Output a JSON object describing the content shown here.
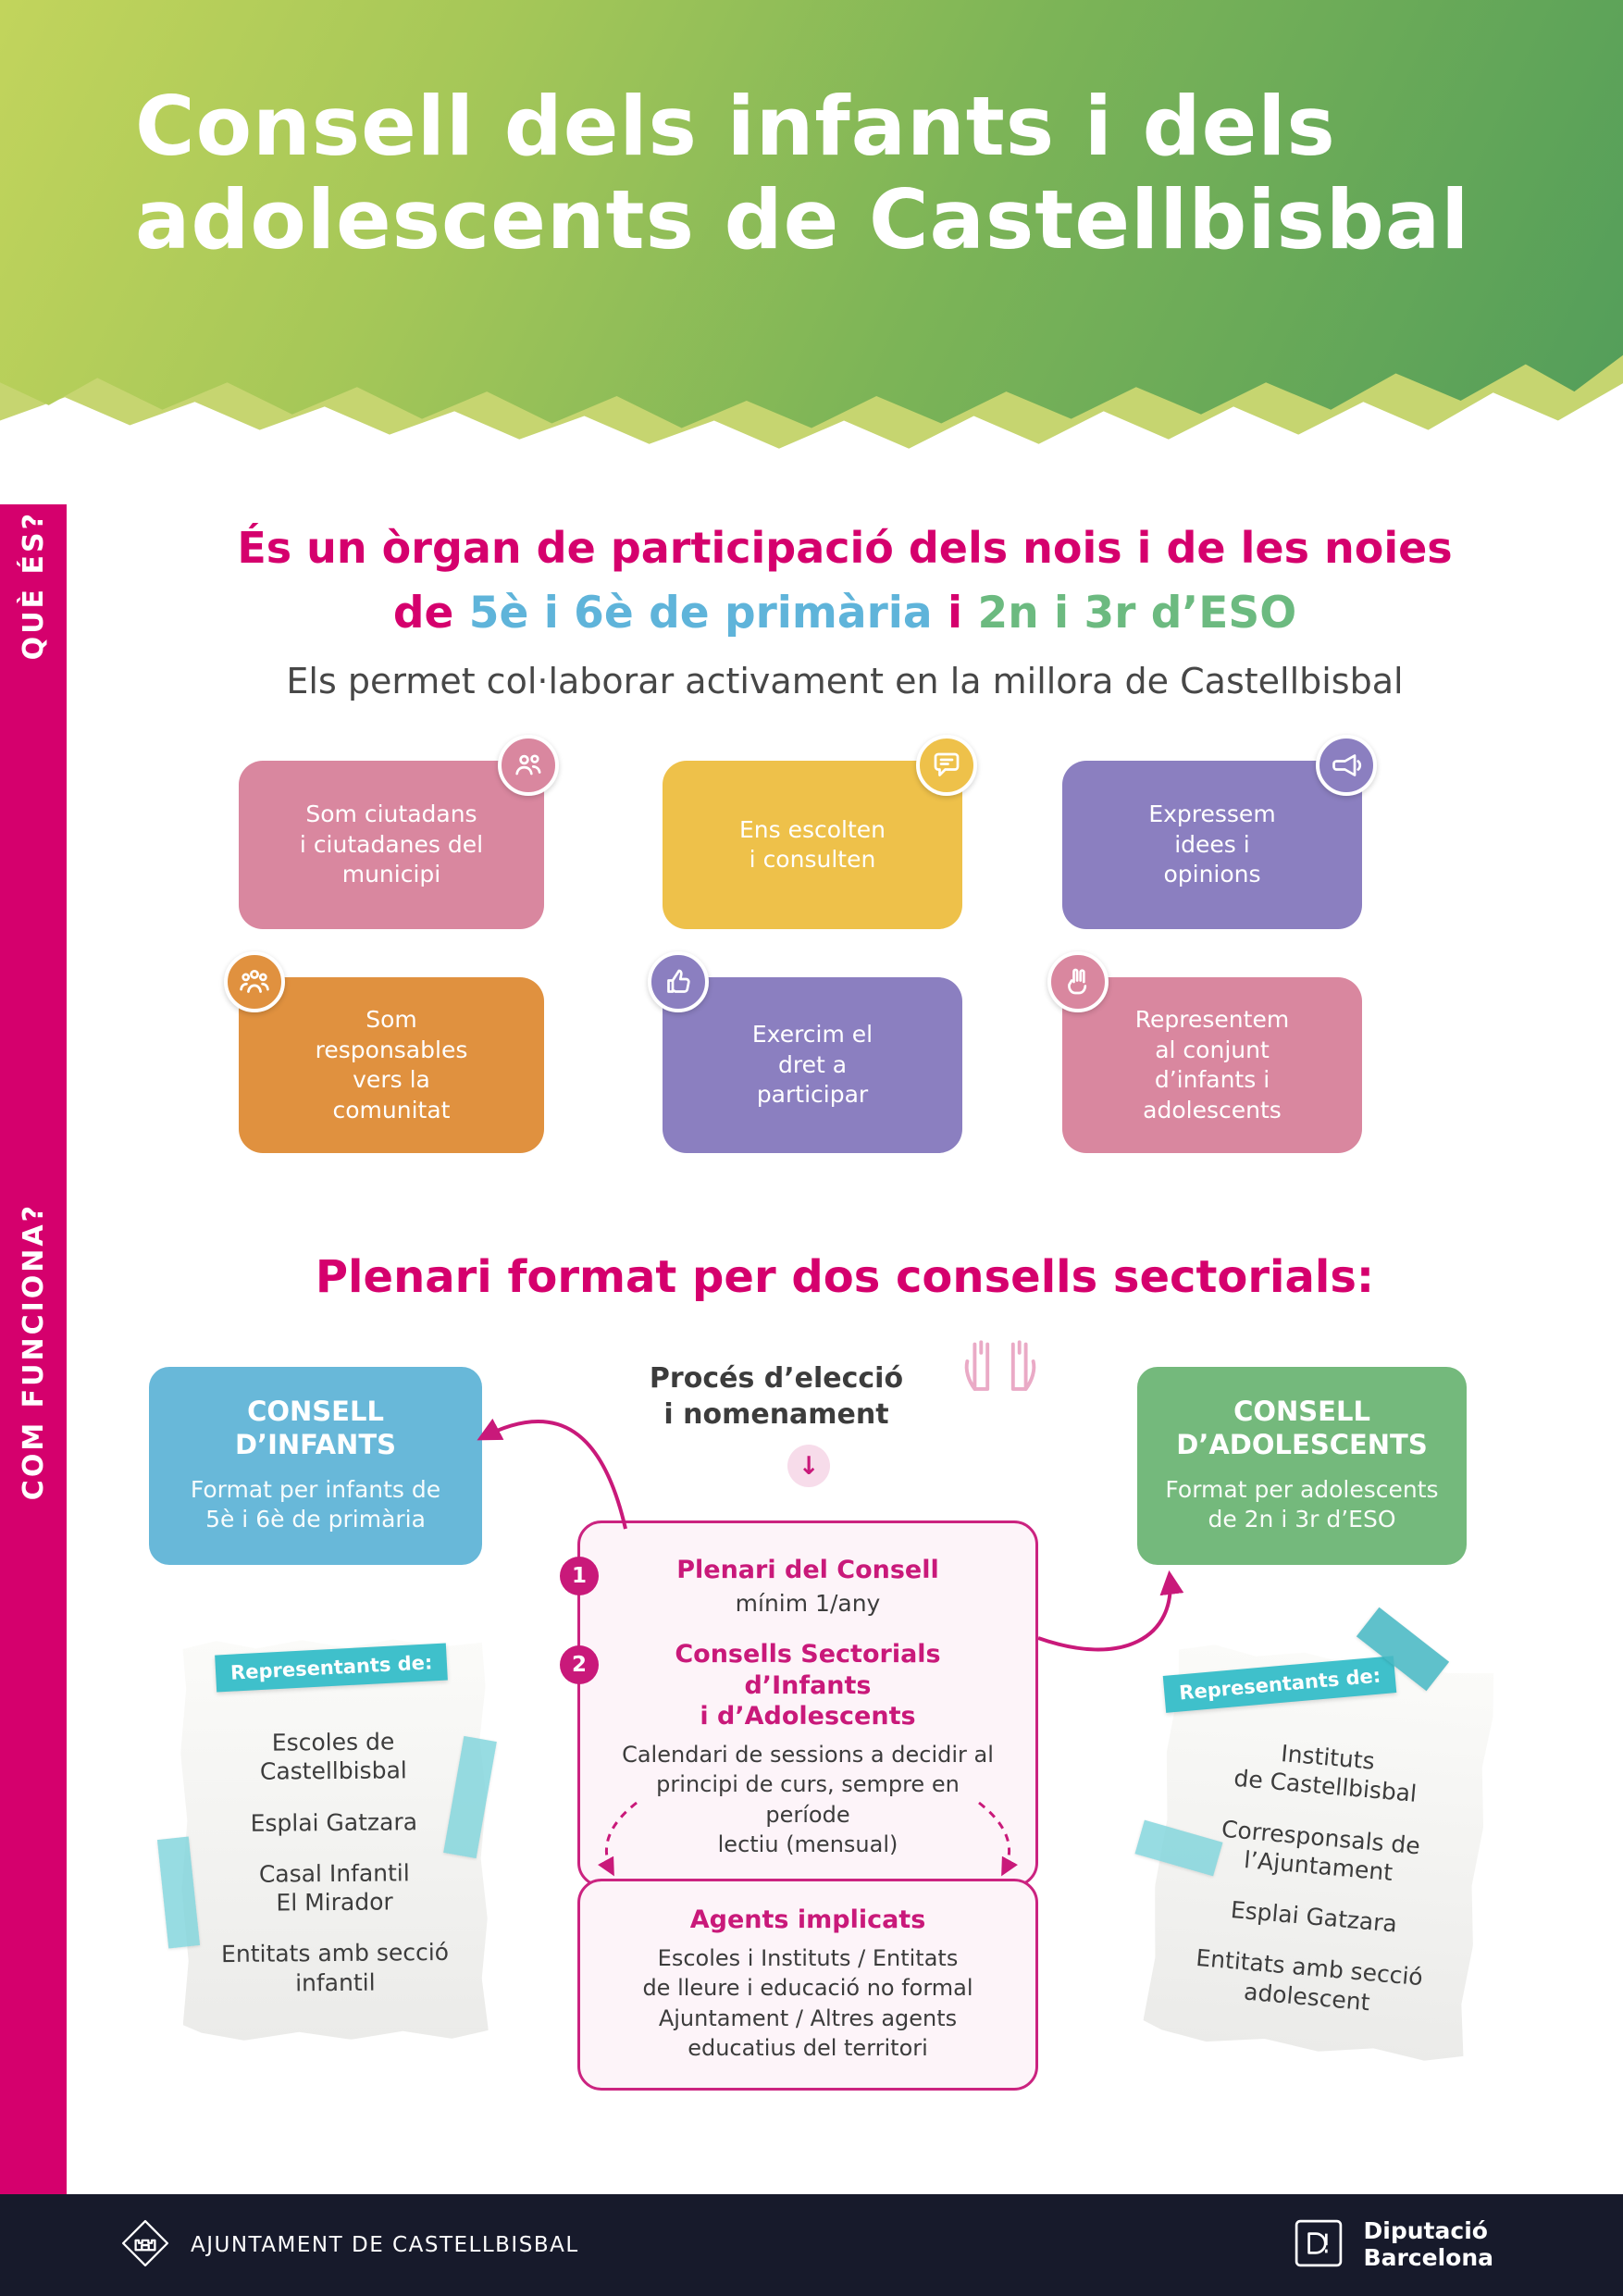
{
  "colors": {
    "magenta": "#d5006d",
    "header_green_light": "#c2d45c",
    "header_green_dark": "#529d5a",
    "card_pink": "#d9879f",
    "card_yellow": "#eec14a",
    "card_purple": "#8b7fc0",
    "card_orange": "#e0913f",
    "box_blue": "#68b8d9",
    "box_green": "#74b97c",
    "teal_label": "#3fc0cb",
    "footer_bg": "#171a2b"
  },
  "header": {
    "line1": "Consell dels infants i dels",
    "line2": "adolescents de Castellbisbal"
  },
  "sidebar": {
    "que_es": "QUÈ ÉS?",
    "com_funciona": "COM FUNCIONA?"
  },
  "what_is": {
    "line1": "És un òrgan de participació dels nois i de les noies",
    "line2_de": "de",
    "line2_blue": "5è i 6è de primària",
    "line2_i": "i",
    "line2_green": "2n i 3r d’ESO",
    "line3": "Els permet col·laborar activament en la millora de Castellbisbal",
    "cards": [
      {
        "label": "Som ciutadans\ni ciutadanes del\nmunicipi",
        "color": "#d9879f",
        "icon": "people-icon"
      },
      {
        "label": "Ens escolten\ni consulten",
        "color": "#eec14a",
        "icon": "speech-bubble-icon"
      },
      {
        "label": "Expressem\nidees i\nopinions",
        "color": "#8b7fc0",
        "icon": "megaphone-icon"
      },
      {
        "label": "Som\nresponsables\nvers la\ncomunitat",
        "color": "#e0913f",
        "icon": "community-icon"
      },
      {
        "label": "Exercim el\ndret a\nparticipar",
        "color": "#8b7fc0",
        "icon": "thumbs-up-icon"
      },
      {
        "label": "Representem\nal conjunt\nd’infants i\nadolescents",
        "color": "#d9879f",
        "icon": "peace-hand-icon"
      }
    ]
  },
  "how_works": {
    "heading": "Plenari format per dos consells sectorials:",
    "infants": {
      "title": "CONSELL\nD’INFANTS",
      "subtitle": "Format per infants de\n5è i 6è de primària"
    },
    "adolescents": {
      "title": "CONSELL\nD’ADOLESCENTS",
      "subtitle": "Format per adolescents\nde 2n i 3r d’ESO"
    },
    "process": {
      "text": "Procés d’elecció\ni nomenament"
    },
    "down_arrow": "↓",
    "plenari": {
      "num1": "1",
      "title1": "Plenari del Consell",
      "sub1": "mínim 1/any",
      "num2": "2",
      "title2": "Consells Sectorials d’Infants\ni d’Adolescents",
      "body2": "Calendari de sessions a decidir al\nprincipi de curs, sempre en període\nlectiu (mensual)"
    },
    "agents": {
      "title": "Agents implicats",
      "body": "Escoles i Instituts / Entitats\nde lleure i educació no formal\nAjuntament / Altres agents\neducatius del territori"
    },
    "left_note": {
      "label": "Representants de:",
      "items": [
        "Escoles de\nCastellbisbal",
        "Esplai Gatzara",
        "Casal Infantil\nEl Mirador",
        "Entitats amb secció\ninfantil"
      ]
    },
    "right_note": {
      "label": "Representants de:",
      "items": [
        "Instituts\nde Castellbisbal",
        "Corresponsals de\nl’Ajuntament",
        "Esplai Gatzara",
        "Entitats amb secció\nadolescent"
      ]
    }
  },
  "footer": {
    "ajuntament": "AJUNTAMENT DE CASTELLBISBAL",
    "diputacio1": "Diputació",
    "diputacio2": "Barcelona"
  }
}
